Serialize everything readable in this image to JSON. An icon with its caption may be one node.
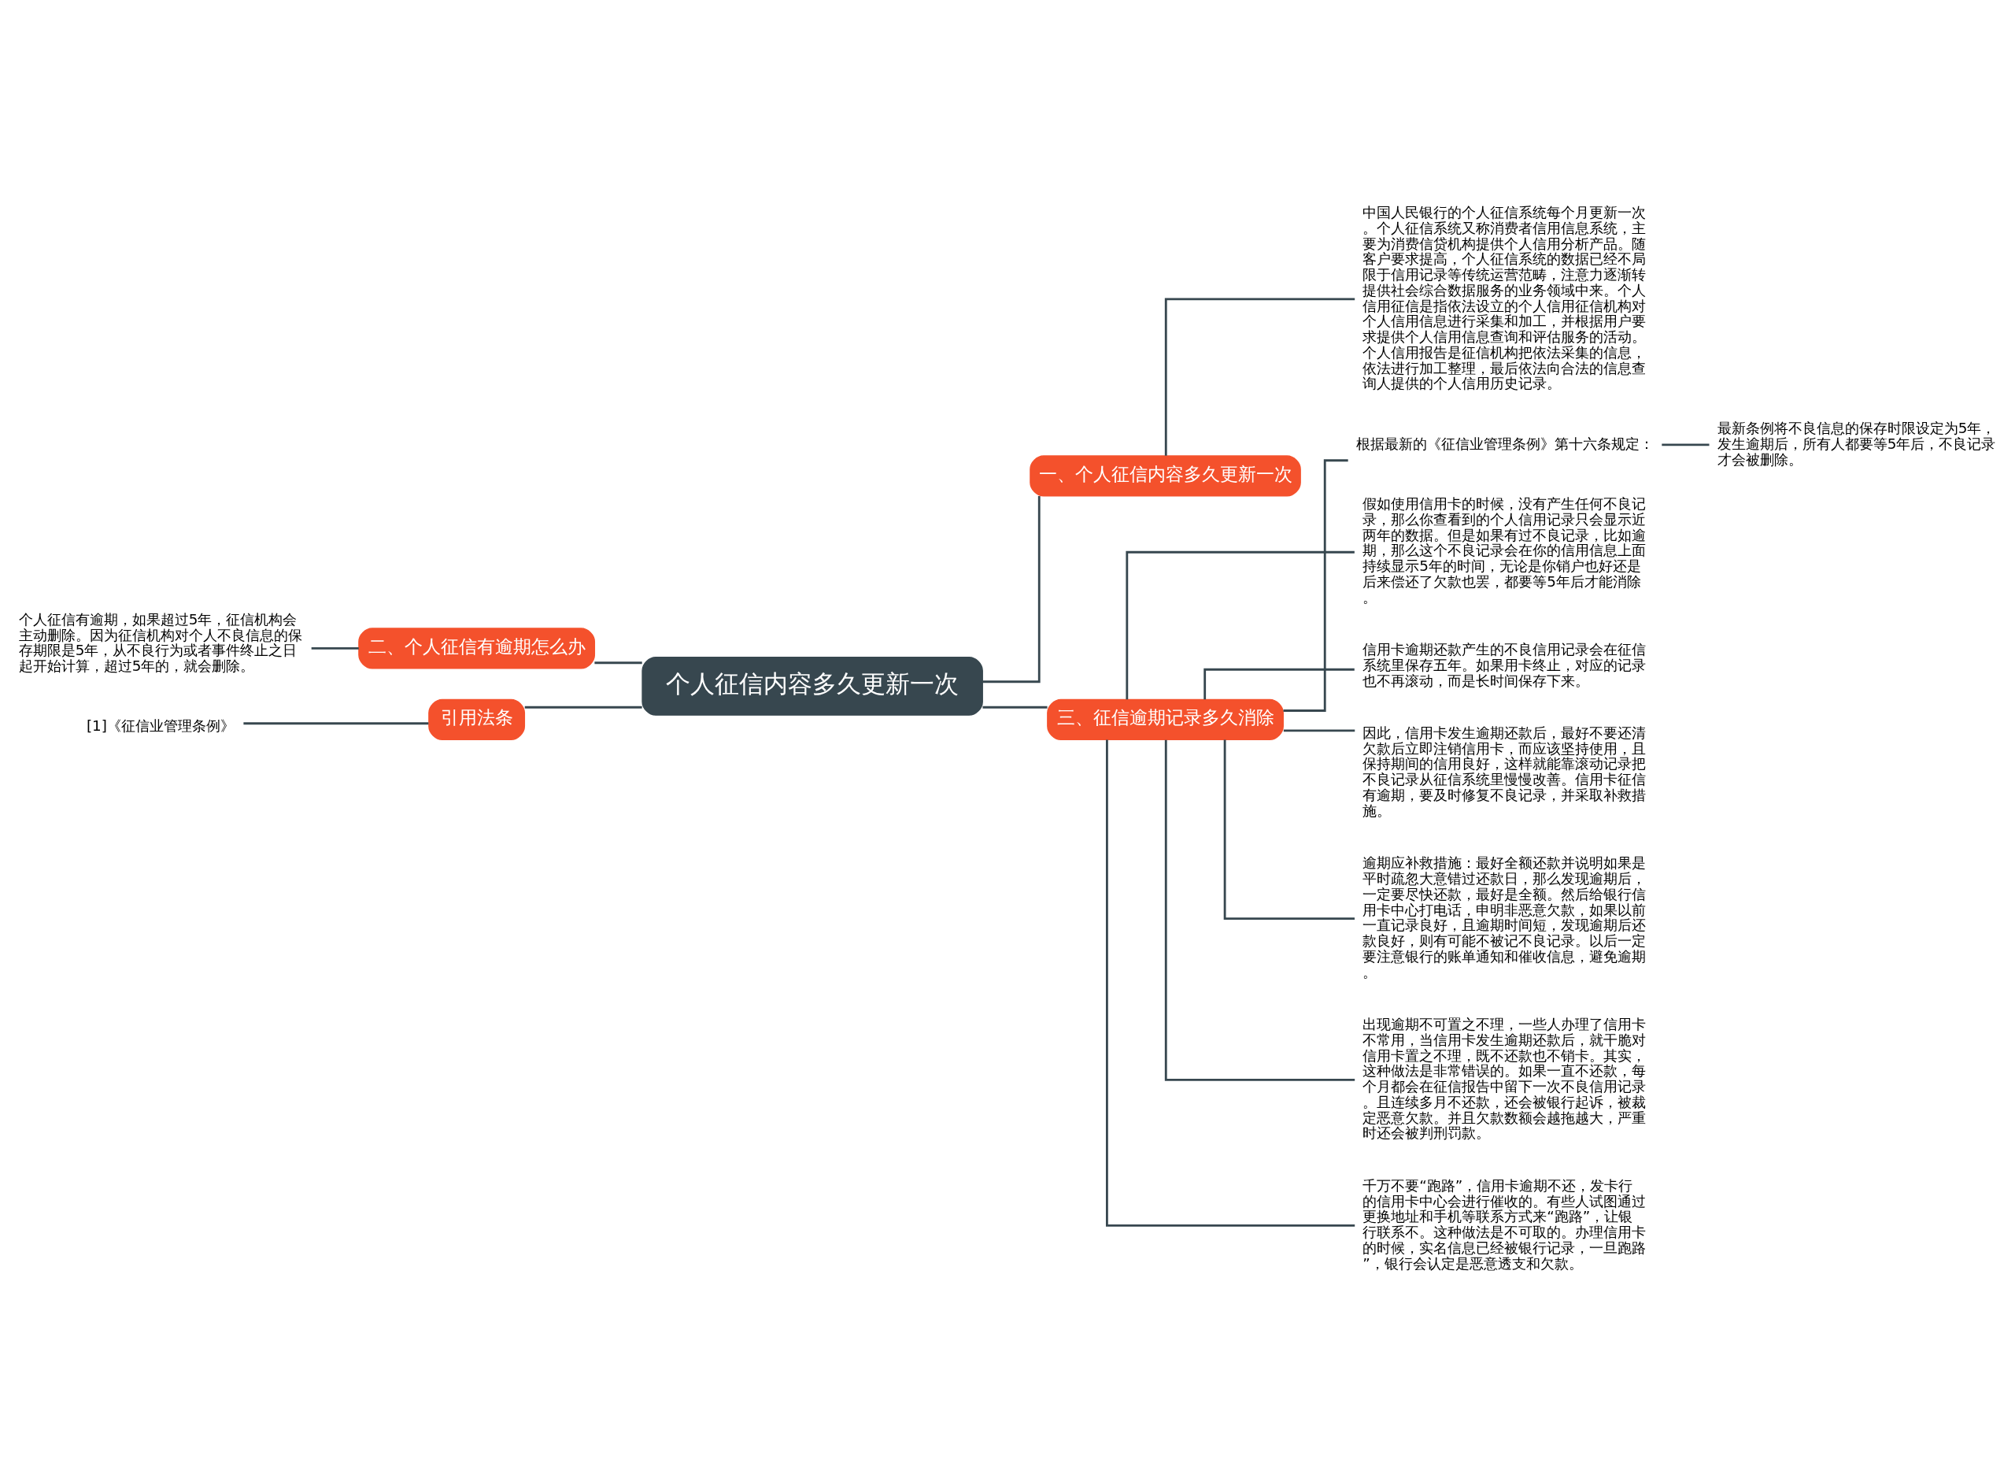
{
  "diagram": {
    "nodes": [
      {
        "text": [
          "个人征信内容多久更新一次"
        ]
      },
      {
        "text": [
          "一、个人征信内容多久更新一次"
        ]
      },
      {
        "text": [
          "中国人民银行的个人征信系统每个月更新一次。个人征信系统又称消费者信用信息系统，主要为消费信贷机构提供个人信用分析产品。随客户要求提高，个人征信系统的数据已经不局限于信用记录等传统运营范畴，注意力逐渐转提供社会综合数据服务的业务领域中来。个人信用征信是指依法设立的个人信用征信机构对个人信用信息进行采集和加工，并根据用户要求提供个人信用信息查询和评估服务的活动。个人信用报告是征信机构把依法采集的信息，依法进行加工整理，最后依法向合法的信息查询人提供的个人信用历史记录。"
        ]
      },
      {
        "text": [
          "三、征信逾期记录多久消除"
        ]
      },
      {
        "text": [
          "根据最新的《征信业管理条例》第十六条规定："
        ]
      },
      {
        "text": [
          "最新条例将不良信息的保存时限设定为5年，发生逾期后，所有人都要等5年后，不良记录才会被删除。"
        ]
      },
      {
        "text": [
          "假如使用信用卡的时候，没有产生任何不良记录，那么你查看到的个人信用记录只会显示近两年的数据。但是如果有过不良记录，比如逾期，那么这个不良记录会在你的信用信息上面持续显示5年的时间，无论是你销户也好还是后来偿还了欠款也罢，都要等5年后才能消除。"
        ]
      },
      {
        "text": [
          "信用卡逾期还款产生的不良信用记录会在征信系统里保存五年。如果用卡终止，对应的记录也不再滚动，而是长时间保存下来。"
        ]
      },
      {
        "text": [
          "因此，信用卡发生逾期还款后，最好不要还清欠款后立即注销信用卡，而应该坚持使用，且保持期间的信用良好，这样就能靠滚动记录把不良记录从征信系统里慢慢改善。信用卡征信有逾期，要及时修复不良记录，并采取补救措施。"
        ]
      },
      {
        "text": [
          "逾期应补救措施：最好全额还款并说明如果是平时疏忽大意错过还款日，那么发现逾期后，一定要尽快还款，最好是全额。然后给银行信用卡中心打电话，申明非恶意欠款，如果以前一直记录良好，且逾期时间短，发现逾期后还款良好，则有可能不被记不良记录。以后一定要注意银行的账单通知和催收信息，避免逾期。"
        ]
      },
      {
        "text": [
          "出现逾期不可置之不理，一些人办理了信用卡不常用，当信用卡发生逾期还款后，就干脆对信用卡置之不理，既不还款也不销卡。其实，这种做法是非常错误的。如果一直不还款，每个月都会在征信报告中留下一次不良信用记录。且连续多月不还款，还会被银行起诉，被裁定恶意欠款。并且欠款数额会越拖越大，严重时还会被判刑罚款。"
        ]
      },
      {
        "text": [
          "千万不要“跑路”，信用卡逾期不还，发卡行的信用卡中心会进行催收的。有些人试图通过更换地址和手机等联系方式来“跑路”，让银行联系不。这种做法是不可取的。办理信用卡的时候，实名信息已经被银行记录，一旦跑路”，银行会认定是恶意透支和欠款。"
        ]
      },
      {
        "text": [
          "二、个人征信有逾期怎么办"
        ]
      },
      {
        "text": [
          "个人征信有逾期，如果超过5年，征信机构会主动删除。因为征信机构对个人不良信息的保存期限是5年，从不良行为或者事件终止之日起开始计算，超过5年的，就会删除。"
        ]
      },
      {
        "text": [
          "引用法条"
        ]
      },
      {
        "text": [
          "[1]《征信业管理条例》"
        ]
      }
    ],
    "edges": [
      {
        "from": 0,
        "to": 1,
        "arrow": "none"
      },
      {
        "from": 1,
        "to": 2,
        "arrow": "none"
      },
      {
        "from": 0,
        "to": 3,
        "arrow": "none"
      },
      {
        "from": 3,
        "to": 4,
        "arrow": "none"
      },
      {
        "from": 4,
        "to": 5,
        "arrow": "none"
      },
      {
        "from": 3,
        "to": 6,
        "arrow": "none"
      },
      {
        "from": 3,
        "to": 7,
        "arrow": "none"
      },
      {
        "from": 3,
        "to": 8,
        "arrow": "none"
      },
      {
        "from": 3,
        "to": 9,
        "arrow": "none"
      },
      {
        "from": 3,
        "to": 10,
        "arrow": "none"
      },
      {
        "from": 3,
        "to": 11,
        "arrow": "none"
      },
      {
        "from": 0,
        "to": 12,
        "arrow": "none"
      },
      {
        "from": 12,
        "to": 13,
        "arrow": "none"
      },
      {
        "from": 0,
        "to": 14,
        "arrow": "none"
      },
      {
        "from": 14,
        "to": 15,
        "arrow": "none"
      }
    ]
  }
}
